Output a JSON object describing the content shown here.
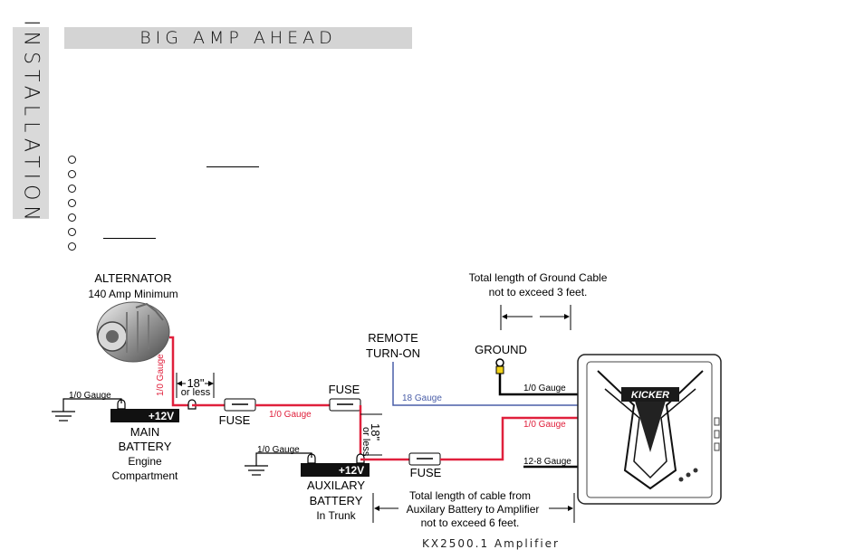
{
  "sidebar": {
    "section_label": "INSTALLATION"
  },
  "header": {
    "title": "BIG AMP AHEAD"
  },
  "checklist": {
    "item_count": 7
  },
  "diagram": {
    "alternator": {
      "label": "ALTERNATOR",
      "sublabel": "140 Amp Minimum",
      "wire_gauge": "1/0 Gauge"
    },
    "main_battery": {
      "terminal": "+12V",
      "label_line1": "MAIN",
      "label_line2": "BATTERY",
      "sub_line1": "Engine",
      "sub_line2": "Compartment",
      "ground_gauge": "1/0 Gauge"
    },
    "distance_main": {
      "value": "18\"",
      "note": "or less"
    },
    "fuse_main": {
      "label": "FUSE",
      "wire_gauge": "1/0 Gauge"
    },
    "fuse_middle": {
      "label": "FUSE"
    },
    "distance_aux": {
      "value": "18\"",
      "note": "or less"
    },
    "aux_battery": {
      "terminal": "+12V",
      "label_line1": "AUXILARY",
      "label_line2": "BATTERY",
      "sub": "In Trunk",
      "ground_gauge": "1/0 Gauge"
    },
    "fuse_aux": {
      "label": "FUSE"
    },
    "remote": {
      "label_line1": "REMOTE",
      "label_line2": "TURN-ON",
      "wire_gauge": "18 Gauge"
    },
    "ground": {
      "label": "GROUND",
      "wire_gauge": "1/0 Gauge"
    },
    "ground_note": {
      "line1": "Total length of Ground Cable",
      "line2": "not to exceed 3 feet."
    },
    "cable_note": {
      "line1": "Total length of cable from",
      "line2": "Auxilary Battery to Amplifier",
      "line3": "not to exceed 6 feet."
    },
    "amp": {
      "power_gauge": "1/0 Gauge",
      "speaker_gauge": "12-8 Gauge",
      "brand": "KICKER"
    }
  },
  "footer": {
    "model": "KX2500.1 Amplifier"
  },
  "colors": {
    "power_wire": "#e0203c",
    "remote_wire": "#4a5ea8",
    "ground_wire": "#111111",
    "title_bg": "#d4d4d4"
  }
}
